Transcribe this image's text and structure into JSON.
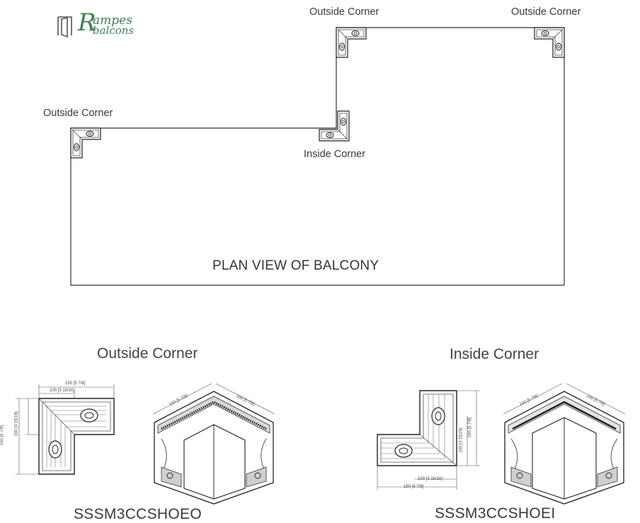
{
  "logo": {
    "initial": "R",
    "line1": "ampes",
    "connector": "et",
    "line2": "balcons"
  },
  "plan": {
    "title": "PLAN VIEW OF BALCONY",
    "corner_labels": {
      "outside_left": "Outside Corner",
      "outside_top_mid": "Outside Corner",
      "outside_top_right": "Outside Corner",
      "inside": "Inside Corner"
    }
  },
  "details": {
    "outside": {
      "title": "Outside Corner",
      "code": "SSSM3CCSHOEO",
      "dims": {
        "top_outer": "150 [5 7/8]",
        "top_inner": "100 [3 15/16]",
        "left_outer": "150 [5 7/8]",
        "left_inner": "100 [3 15/16]",
        "iso_left": "150 [5 7/8]",
        "iso_right": "150 [5 7/8]"
      }
    },
    "inside": {
      "title": "Inside Corner",
      "code": "SSSM3CCSHOEI",
      "dims": {
        "right_outer": "150 [5 7/8]",
        "right_inner": "100 [3 15/16]",
        "bottom_inner": "100 [3 15/16]",
        "bottom_outer": "150 [5 7/8]",
        "iso_left": "150 [5 7/8]",
        "iso_right": "150 [5 7/8]"
      }
    }
  }
}
